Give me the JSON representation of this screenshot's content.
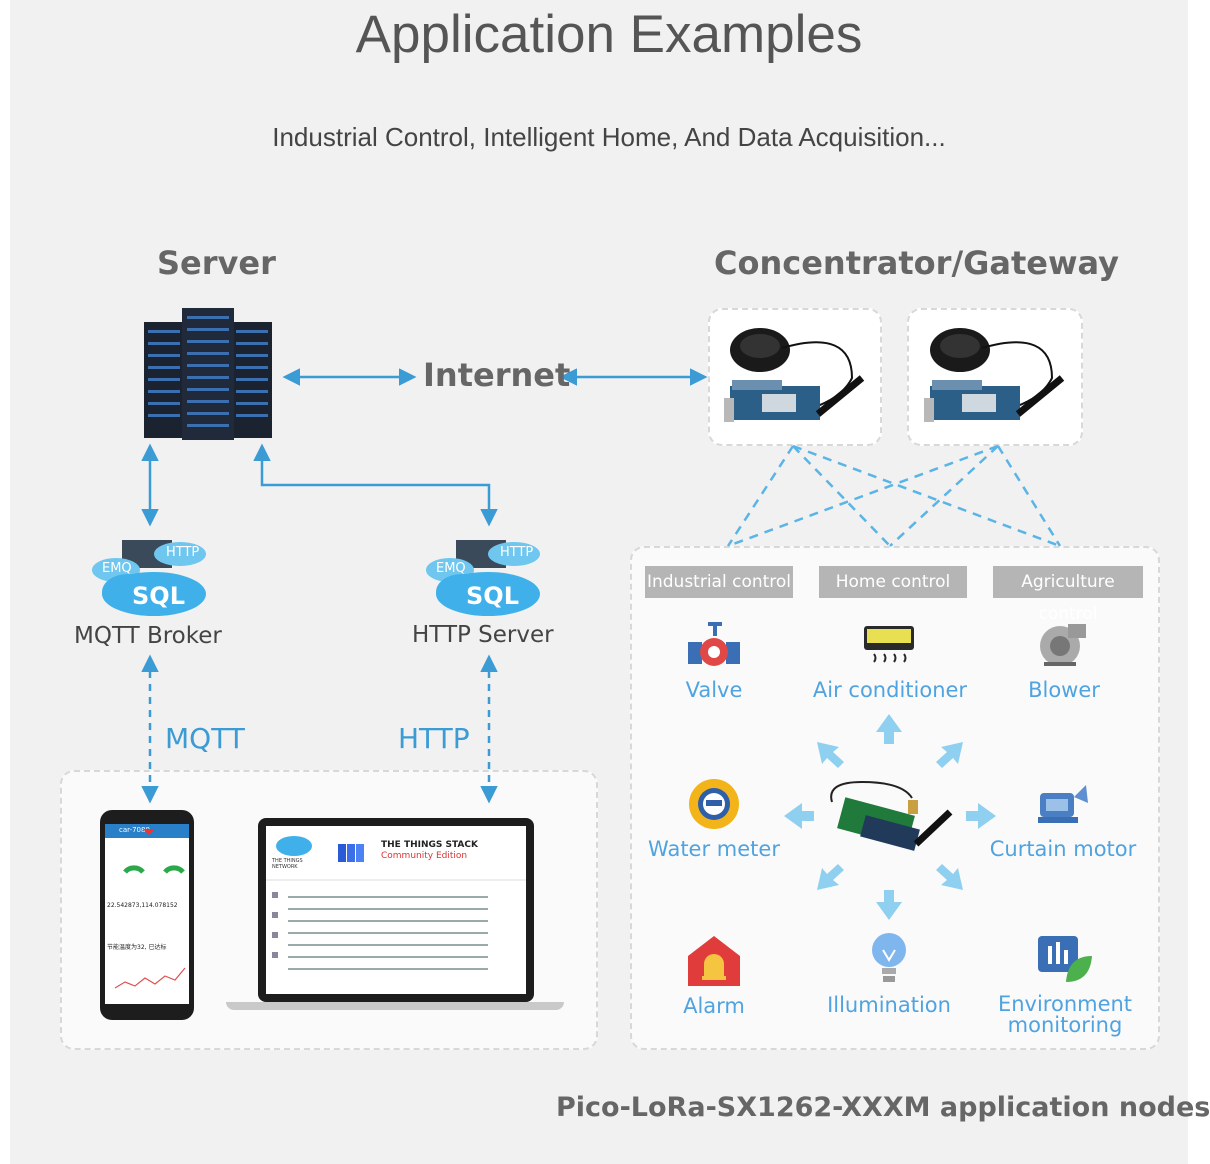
{
  "header": {
    "title": "Application Examples",
    "subtitle": "Industrial Control, Intelligent Home, And Data Acquisition..."
  },
  "sections": {
    "server": "Server",
    "gateway": "Concentrator/Gateway",
    "internet": "Internet",
    "footer": "Pico-LoRa-SX1262-XXXM application nodes"
  },
  "services": {
    "mqtt_broker": "MQTT Broker",
    "http_server": "HTTP Server",
    "cloud_emq": "EMQ",
    "cloud_http": "HTTP",
    "cloud_sql": "SQL"
  },
  "protocols": {
    "mqtt": "MQTT",
    "http": "HTTP"
  },
  "client_apps": {
    "phone_title": "car-7080",
    "phone_coord": "22.542873,114.078152",
    "phone_text": "节能温度为32, 已达标",
    "laptop_logo": "THE THINGS NETWORK",
    "laptop_brand": "THE THINGS STACK",
    "laptop_edition": "Community Edition"
  },
  "categories": [
    "Industrial control",
    "Home control",
    "Agriculture control"
  ],
  "nodes": {
    "valve": "Valve",
    "air_conditioner": "Air conditioner",
    "blower": "Blower",
    "water_meter": "Water meter",
    "curtain_motor": "Curtain motor",
    "alarm": "Alarm",
    "illumination": "Illumination",
    "environment_line1": "Environment",
    "environment_line2": "monitoring"
  },
  "colors": {
    "accent_blue": "#3a9bd5",
    "arrow_light": "#8fd0f0",
    "tag_gray": "#b5b5b5",
    "text_gray": "#666666",
    "alarm_red": "#e03c3c"
  }
}
